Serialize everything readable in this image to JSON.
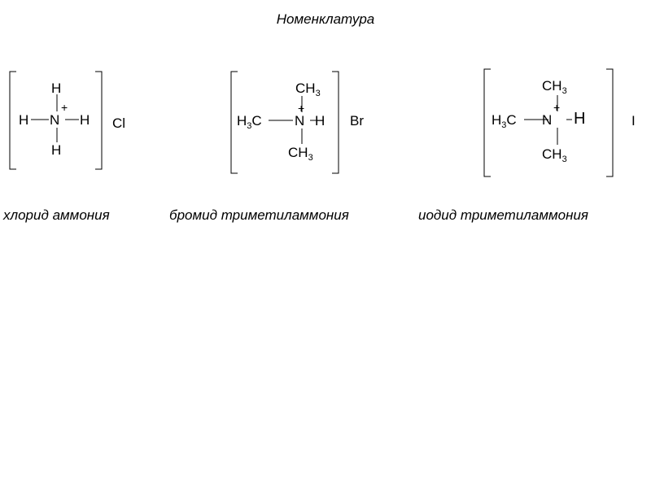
{
  "title": "Номенклатура",
  "atoms": {
    "H": "H",
    "N": "N",
    "C": "C",
    "charge": "+",
    "sub3": "3"
  },
  "molecules": [
    {
      "anion": "Cl",
      "name": "хлорид аммония"
    },
    {
      "anion": "Br",
      "name": "бромид триметиламмония"
    },
    {
      "anion": "I",
      "name": "иодид триметиламмония"
    }
  ]
}
